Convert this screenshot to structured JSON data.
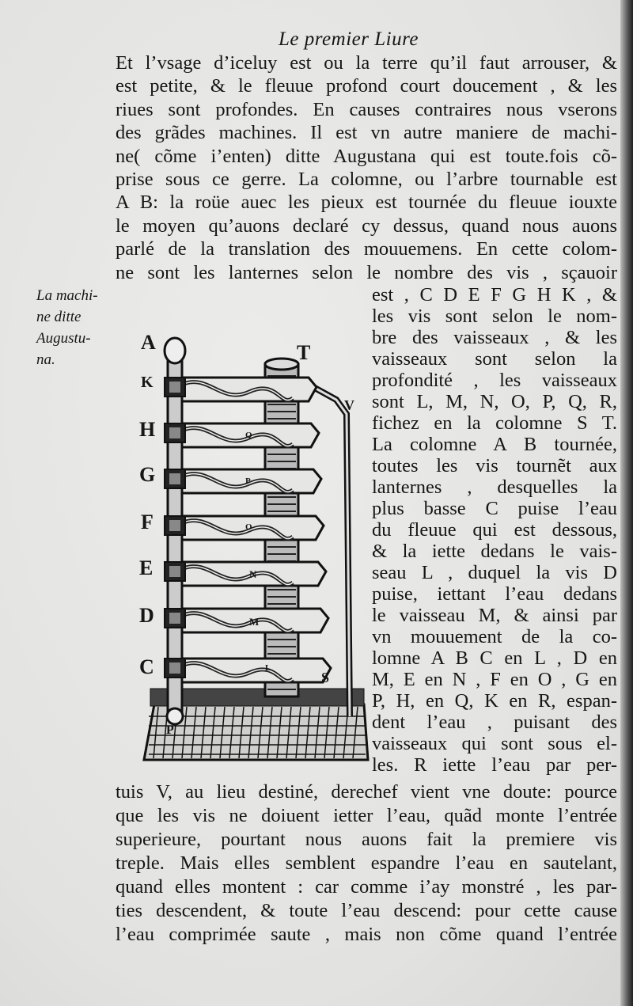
{
  "header": {
    "running_title": "Le premier Liure"
  },
  "margin_note": {
    "lines": [
      "La machi-",
      "ne ditte",
      "Augustu-",
      "na."
    ]
  },
  "text": {
    "top_lines": [
      "Et l’vsage d’iceluy est ou la terre qu’il faut arrouser, &",
      "est petite, & le fleuue profond court doucement , & les",
      "riues sont profondes. En causes contraires nous vserons",
      "des grãdes machines. Il est vn autre maniere de machi-",
      "ne( cõme i’enten) ditte Augustana qui est toute.fois cõ-",
      "prise sous ce gerre. La colomne, ou l’arbre tournable est",
      "A B: la roüe auec les pieux est tournée du fleuue iouxte",
      "le moyen qu’auons declaré cy dessus, quand nous auons",
      "parlé de la translation des mouuemens. En cette colom-",
      "ne sont les lanternes selon le nombre des vis , sçauoir"
    ],
    "side_lines": [
      "est , C D E F G H K , &",
      "les vis sont selon le nom-",
      "bre des vaisseaux , & les",
      "vaisseaux sont selon la",
      "profondité , les vaisseaux",
      "sont L, M, N, O, P, Q, R,",
      "fichez en la colomne S T.",
      "La colomne A B tournée,",
      "toutes les vis tournẽt aux",
      "lanternes , desquelles la",
      "plus basse C puise l’eau",
      "du fleuue qui est dessous,",
      "& la iette dedans le vais-",
      "seau L , duquel la vis D",
      "puise, iettant l’eau dedans",
      "le vaisseau M, & ainsi par",
      "vn mouuement de la co-",
      "lomne A B C en L , D en",
      "M, E en N , F en O , G en",
      "P, H, en Q, K en R, espan-",
      "dent l’eau , puisant des",
      "vaisseaux qui sont sous el-",
      "les. R iette l’eau par per-"
    ],
    "bottom_lines": [
      "tuis V, au lieu destiné, derechef vient vne doute: pource",
      "que les vis ne doiuent ietter l’eau, quãd monte l’entrée",
      "superieure, pourtant nous auons fait la premiere vis",
      "treple. Mais elles semblent espandre l’eau en sautelant,",
      "quand elles montent : car comme i’ay monstré , les par-",
      "ties descendent, & toute l’eau descend: pour cette cause",
      "l’eau comprimée saute , mais non cõme quand l’entrée"
    ]
  },
  "figure": {
    "labels": {
      "A": "A",
      "T": "T",
      "K": "K",
      "H": "H",
      "G": "G",
      "F": "F",
      "E": "E",
      "D": "D",
      "C": "C",
      "S": "S",
      "P": "P",
      "V": "V",
      "Q": "Q",
      "O": "O",
      "N": "N",
      "M": "M",
      "L": "L"
    }
  }
}
